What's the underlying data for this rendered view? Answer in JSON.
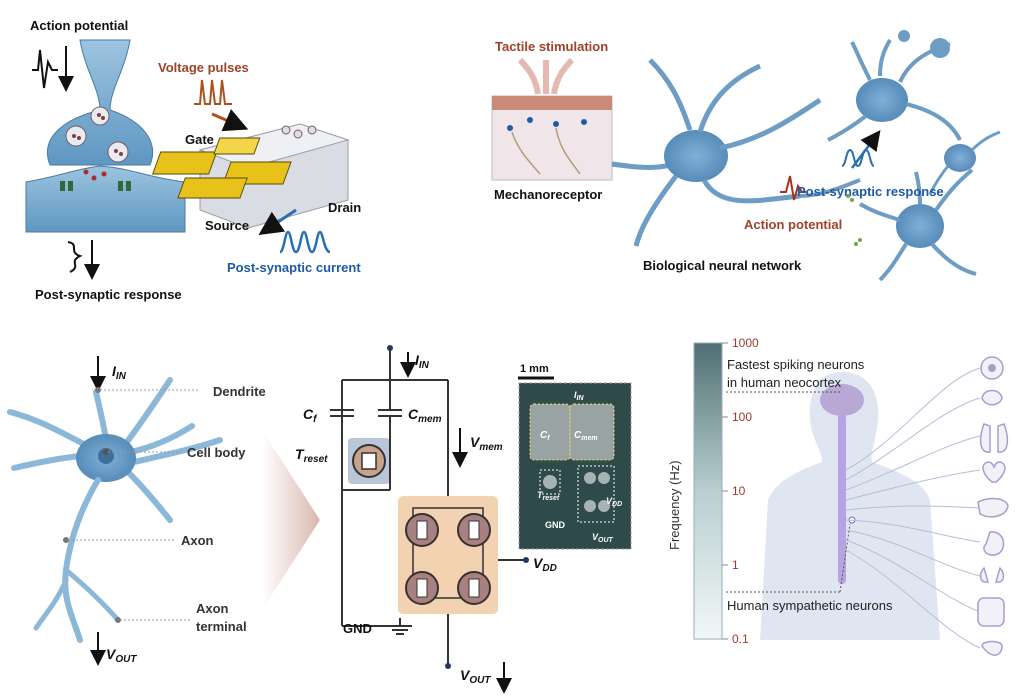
{
  "panel_synapse": {
    "action_potential": "Action potential",
    "post_synaptic_response": "Post-synaptic response"
  },
  "panel_transistor": {
    "voltage_pulses": "Voltage pulses",
    "gate": "Gate",
    "source": "Source",
    "drain": "Drain",
    "post_synaptic_current": "Post-synaptic current"
  },
  "panel_network": {
    "tactile_stimulation": "Tactile stimulation",
    "mechanoreceptor": "Mechanoreceptor",
    "action_potential": "Action potential",
    "post_synaptic_response": "Post-synaptic response",
    "biological_neural_network": "Biological neural network"
  },
  "panel_neuron": {
    "i_in": "I",
    "i_in_sub": "IN",
    "dendrite": "Dendrite",
    "cell_body": "Cell body",
    "axon": "Axon",
    "axon_terminal_1": "Axon",
    "axon_terminal_2": "terminal",
    "v_out": "V",
    "v_out_sub": "OUT"
  },
  "panel_circuit": {
    "i_in": "I",
    "i_in_sub": "IN",
    "c_f": "C",
    "c_f_sub": "f",
    "c_mem": "C",
    "c_mem_sub": "mem",
    "v_mem": "V",
    "v_mem_sub": "mem",
    "t_reset": "T",
    "t_reset_sub": "reset",
    "v_dd": "V",
    "v_dd_sub": "DD",
    "gnd": "GND",
    "v_out": "V",
    "v_out_sub": "OUT"
  },
  "panel_chip": {
    "scale": "1 mm",
    "i_in": "I",
    "i_in_sub": "IN",
    "c_f": "C",
    "c_f_sub": "f",
    "c_mem": "C",
    "c_mem_sub": "mem",
    "t_reset": "T",
    "t_reset_sub": "reset",
    "v_dd": "V",
    "v_dd_sub": "DD",
    "gnd": "GND",
    "v_out": "V",
    "v_out_sub": "OUT"
  },
  "panel_frequency": {
    "axis_label": "Frequency (Hz)",
    "ticks": [
      "1000",
      "100",
      "10",
      "1",
      "0.1"
    ],
    "fastest_1": "Fastest spiking neurons",
    "fastest_2": "in human neocortex",
    "sympathetic": "Human sympathetic neurons"
  },
  "colors": {
    "neuron_blue": "#6d9cc4",
    "neuron_dark": "#4a7aa6",
    "red_text": "#a0412a",
    "blue_text": "#1f5aa6",
    "voltage_pulse": "#b0501c",
    "current_pulse": "#2a6fb0",
    "orange_block": "#f2d2b0",
    "tick_red": "#a23a2a"
  }
}
